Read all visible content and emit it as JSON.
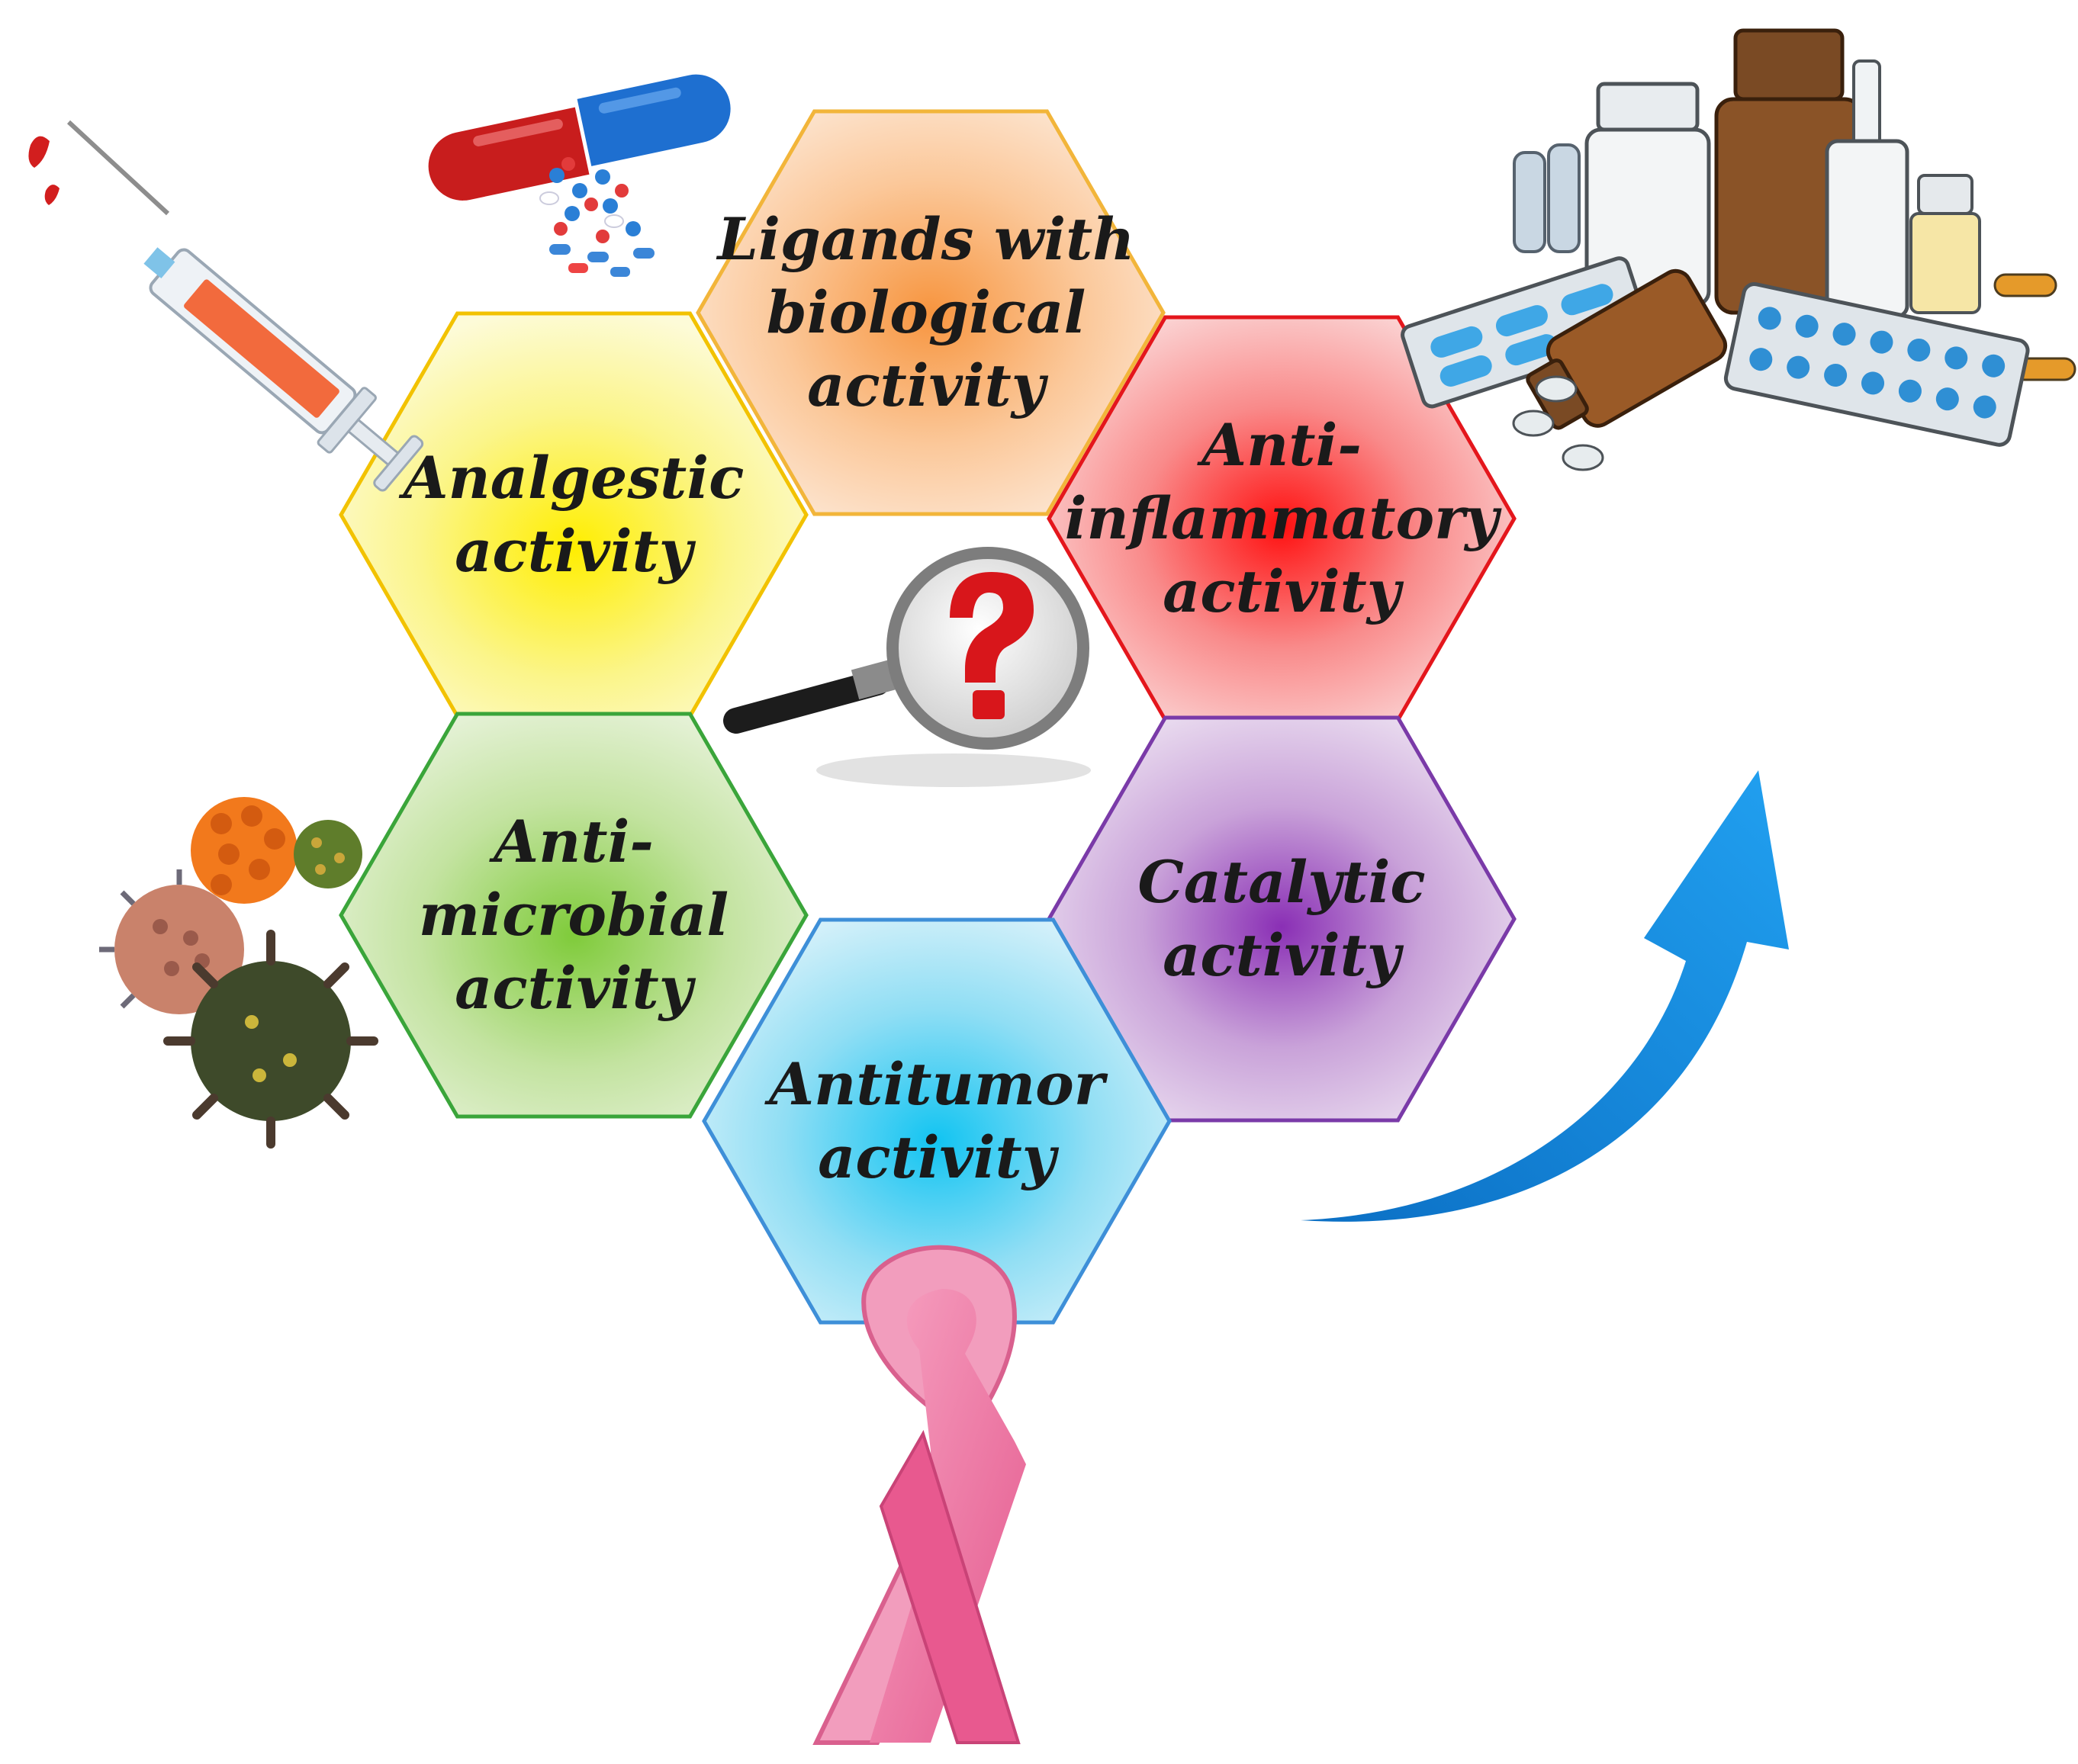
{
  "hexagons": [
    {
      "id": "ligands",
      "lines": [
        "Ligands with",
        "biological",
        "activity"
      ],
      "stroke": "#f2b53a",
      "fill": "#f7953f",
      "text_dx": -6
    },
    {
      "id": "analgesic",
      "lines": [
        "Analgestic",
        "activity"
      ],
      "stroke": "#f2c200",
      "fill": "#ffee00",
      "text_dx": 0
    },
    {
      "id": "anti-inflammatory",
      "lines": [
        "Anti-",
        "inflammatory",
        "activity"
      ],
      "stroke": "#e4161c",
      "fill": "#ff1010",
      "text_dx": 0
    },
    {
      "id": "anti-microbial",
      "lines": [
        "Anti-",
        "microbial",
        "activity"
      ],
      "stroke": "#3aa53a",
      "fill": "#7fcb3a",
      "text_dx": 0
    },
    {
      "id": "catalytic",
      "lines": [
        "Catalytic",
        "activity"
      ],
      "stroke": "#7a3aa8",
      "fill": "#8a2fb5",
      "text_dx": 0
    },
    {
      "id": "antitumor",
      "lines": [
        "Antitumor",
        "activity"
      ],
      "stroke": "#3e8fd8",
      "fill": "#12c4f2",
      "text_dx": 0
    }
  ],
  "icons": {
    "syringe": "syringe-icon",
    "capsule": "capsule-icon",
    "medicines": "medicine-bottles-icon",
    "magnifier": "magnifying-glass-question-icon",
    "microbes": "microbes-icon",
    "arrow": "upward-arrow-icon",
    "ribbon": "pink-ribbon-icon"
  },
  "colors": {
    "arrow": "#1a8fe0",
    "ribbon": "#ef6f9f",
    "question": "#d8161b"
  }
}
